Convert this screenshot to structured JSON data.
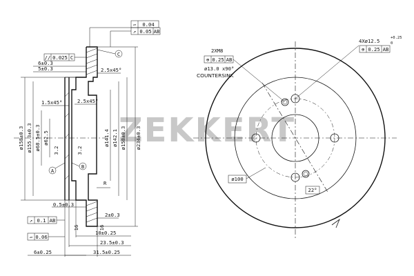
{
  "watermark": {
    "text": "ZEKKERT"
  },
  "side_view": {
    "tolerance_boxes": {
      "flatness": "0.04",
      "runout": "0.05",
      "runout_datum": "AB",
      "parallel": "0.025",
      "parallel_datum": "C",
      "face_runout": "0.1",
      "face_datum": "AB",
      "bottom_flatness": "0.06"
    },
    "datum_labels": {
      "c": "C",
      "a": "A",
      "b": "B"
    },
    "dims_top": [
      "6±0.3",
      "5±0.3"
    ],
    "chamfer_labels": [
      "2.5x45°",
      "1.5x45°",
      "2.5x45°"
    ],
    "vertical_dims": [
      "ø158±0.3",
      "ø155.3±0.3",
      "ø68.5±0.3",
      "ø62.5",
      "ø141.4",
      "ø142.1",
      "ø158±0.3",
      "ø234±0.3"
    ],
    "small_dims": [
      "3.2",
      "3.2",
      "R"
    ],
    "dims_bottom_right": [
      "2±0.3",
      "10±0.25",
      "23.5±0.3",
      "31.5±0.25"
    ],
    "dims_bottom_left": [
      "0.5±0.3",
      "6±0.25"
    ],
    "small_heights": [
      "16",
      "16"
    ]
  },
  "front_view": {
    "thread_callout": [
      "2XM8",
      "0.25",
      "AB",
      "ø13.0 x90°",
      "COUNTERSINK"
    ],
    "hole_callout": [
      "4Xø12.5",
      "+0.25",
      "0",
      "0.25",
      "AB"
    ],
    "pcd_label": "ø100",
    "angle_label": "22°"
  }
}
